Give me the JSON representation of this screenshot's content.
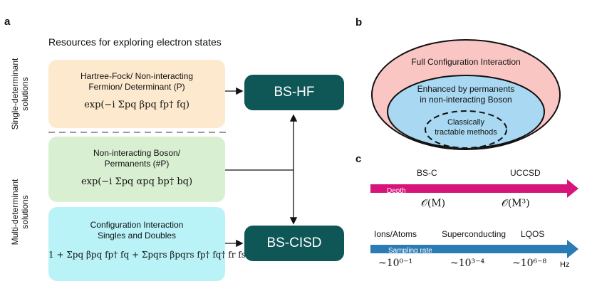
{
  "panel_a": {
    "letter": "a",
    "heading": "Resources for exploring electron states",
    "side_label_single": [
      "Single-determinant",
      "solutions"
    ],
    "side_label_multi": [
      "Multi-determinant",
      "solutions"
    ],
    "box_hf": {
      "line1": "Hartree-Fock/ Non-interacting",
      "line2": "Fermion/ Determinant (P)",
      "formula": "exp(−i Σpq βpq fp† fq)"
    },
    "box_boson": {
      "line1": "Non-interacting Boson/",
      "line2": "Permanents (#P)",
      "formula": "exp(−i Σpq αpq bp† bq)"
    },
    "box_ci": {
      "line1": "Configuration Interaction",
      "line2": "Singles and Doubles",
      "formula": "1 + Σpq βpq fp† fq + Σpqrs βpqrs fp† fq† fr fs"
    },
    "target_hf": "BS-HF",
    "target_cisd": "BS-CISD",
    "colors": {
      "hf_box": "#fde9cd",
      "boson_box": "#d9efd2",
      "ci_box": "#b9f3f7",
      "target": "#0f5657"
    }
  },
  "panel_b": {
    "letter": "b",
    "outer": "Full Configuration Interaction",
    "middle": [
      "Enhanced by permanents",
      "in non-interacting Boson"
    ],
    "inner": [
      "Classically",
      "tractable methods"
    ],
    "colors": {
      "outer": "#f9c6c3",
      "middle": "#a9d8f2"
    }
  },
  "panel_c": {
    "letter": "c",
    "depth_arrow": {
      "label": "Depth",
      "color": "#d6147a",
      "items": [
        {
          "name": "BS-C",
          "complexity": "𝒪(M)"
        },
        {
          "name": "UCCSD",
          "complexity": "𝒪(M³)"
        }
      ]
    },
    "rate_arrow": {
      "label": "Sampling rate",
      "color": "#2b7bb5",
      "items": [
        {
          "name": "Ions/Atoms",
          "rate": "~10⁰⁻¹"
        },
        {
          "name": "Superconducting",
          "rate": "~10³⁻⁴"
        },
        {
          "name": "LQOS",
          "rate": "~10⁶⁻⁸"
        }
      ],
      "unit": "Hz"
    }
  }
}
